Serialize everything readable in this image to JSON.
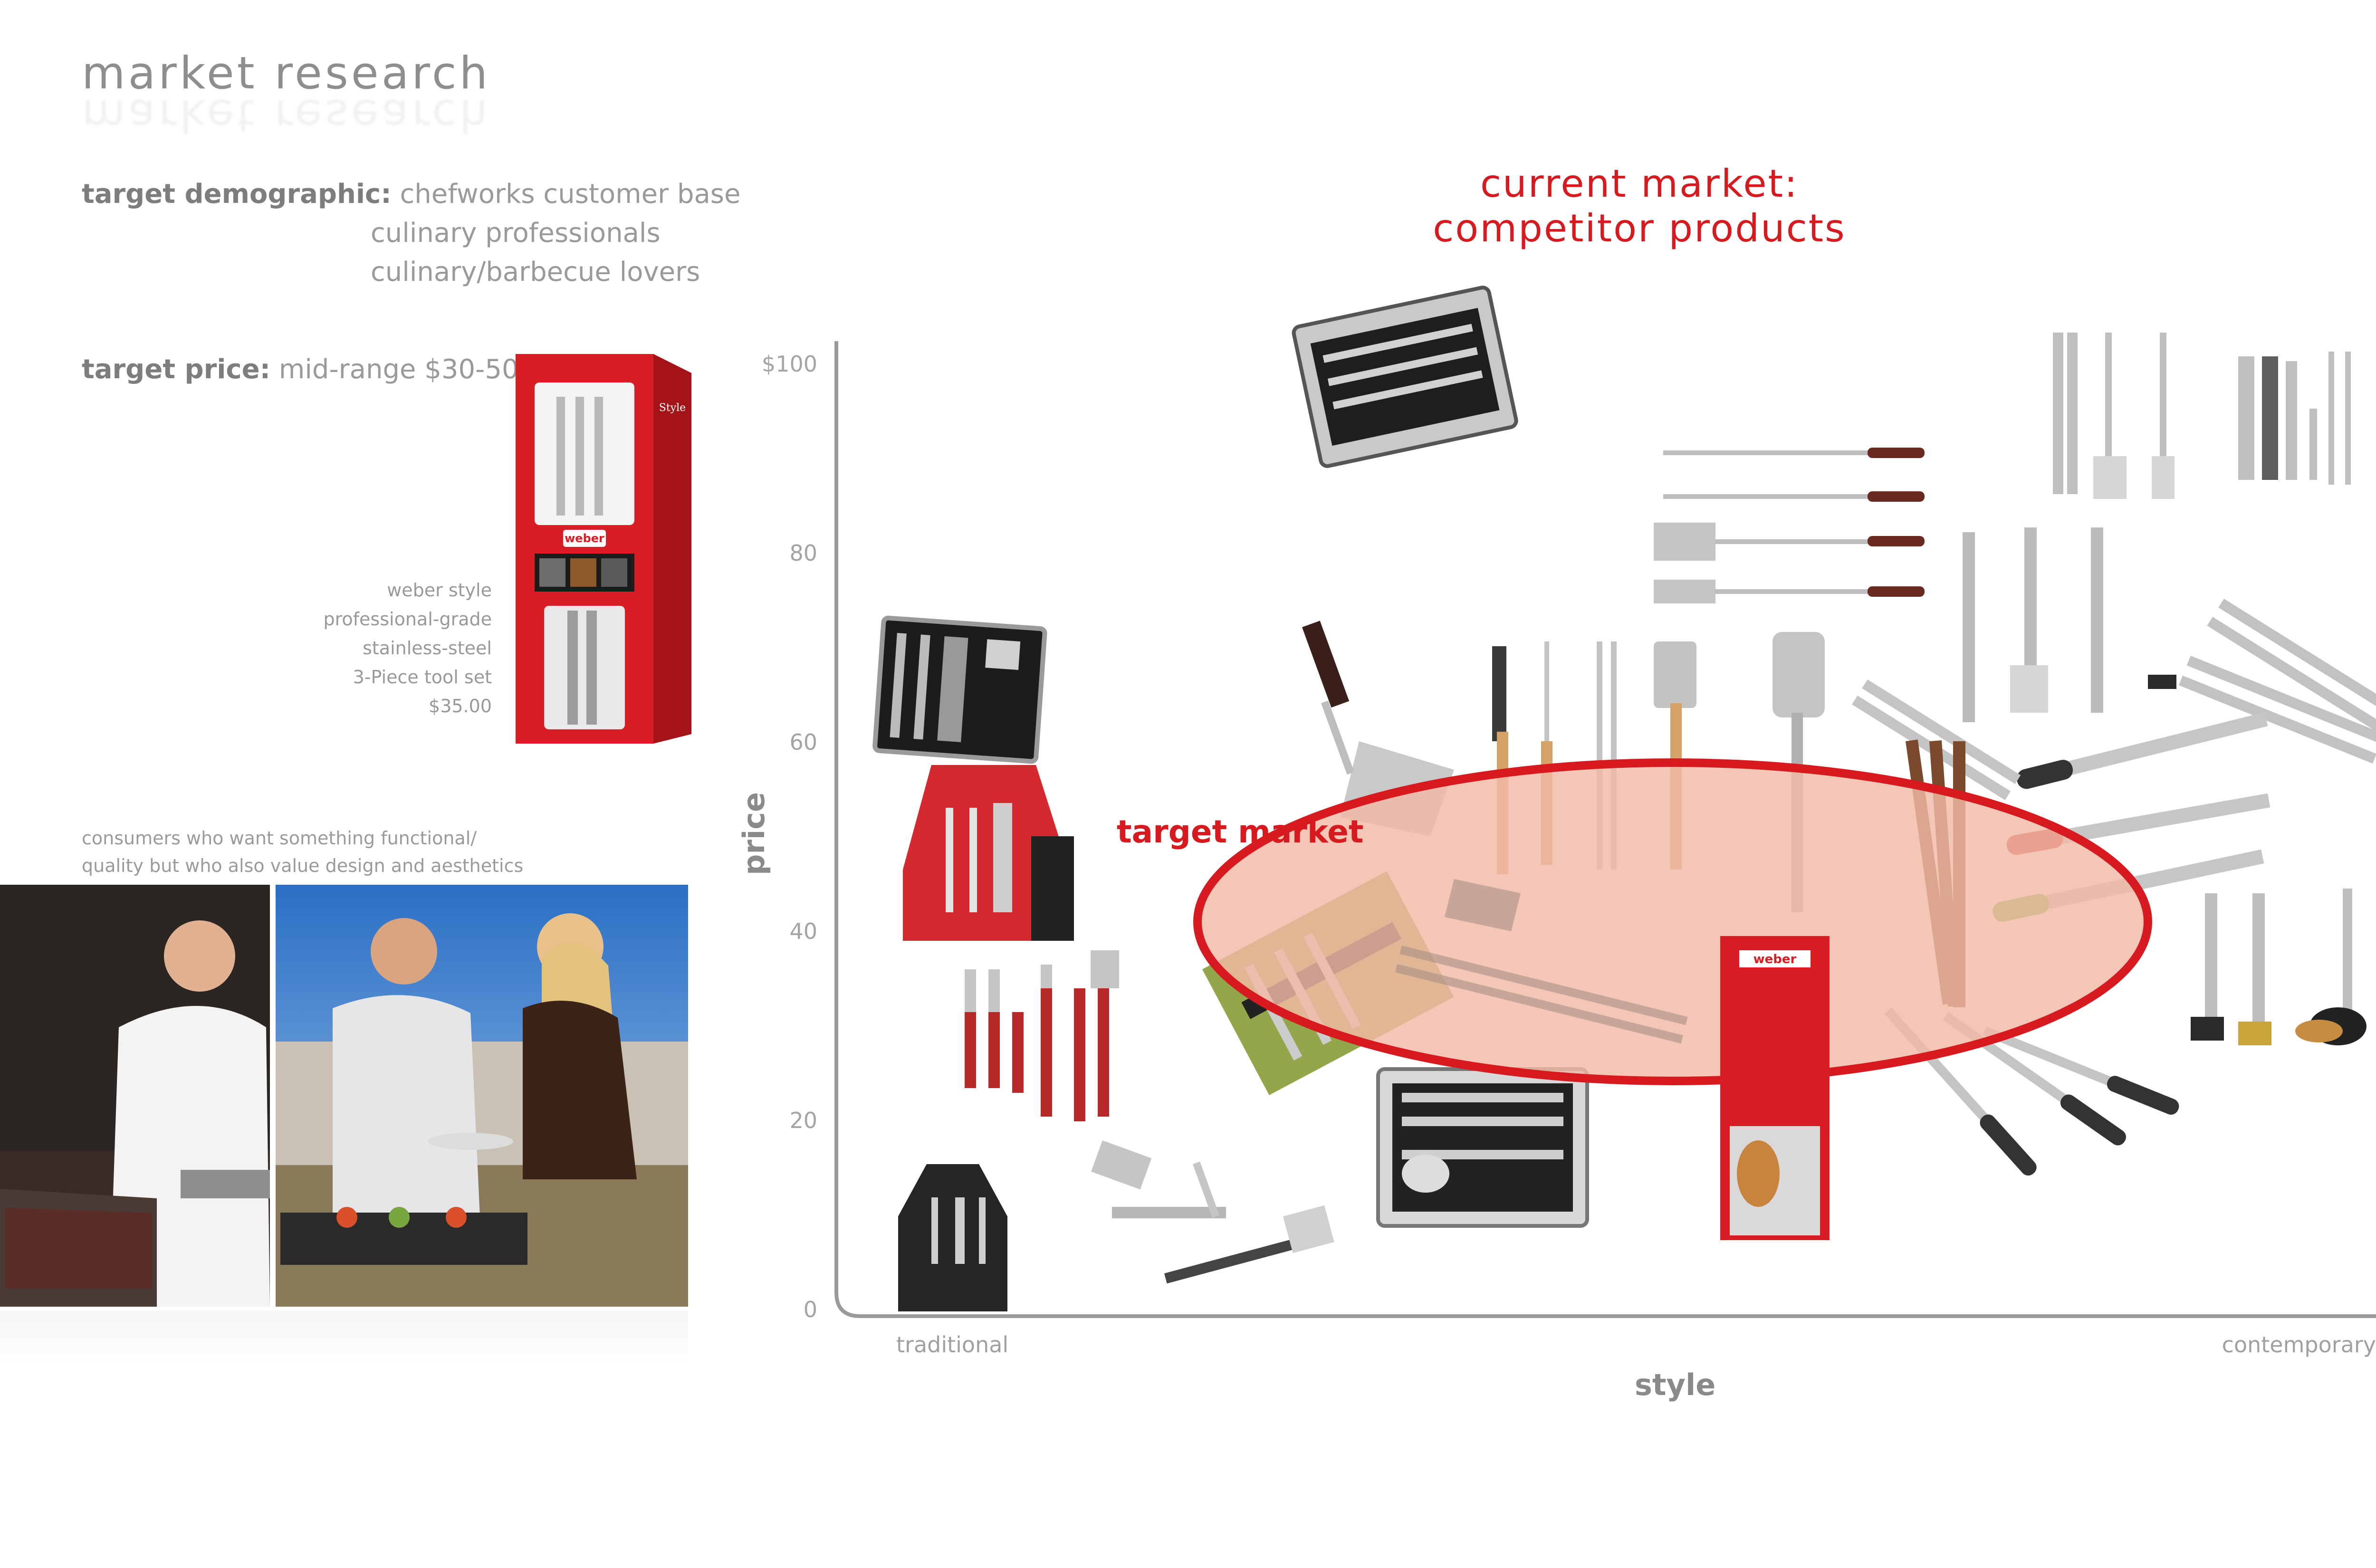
{
  "page": {
    "title": "market research"
  },
  "demographic": {
    "label": "target demographic:",
    "lines": [
      "chefworks customer base",
      "culinary professionals",
      "culinary/barbecue lovers"
    ]
  },
  "price": {
    "label": "target price:",
    "value": "mid-range $30-50"
  },
  "weber": {
    "lines": [
      "weber style",
      "professional-grade",
      "stainless-steel",
      "3-Piece tool set",
      "$35.00"
    ],
    "box_brand": "weber",
    "box_sub": "Style"
  },
  "consumers": {
    "lines": [
      "consumers who want something functional/",
      "quality but who also value design and aesthetics"
    ]
  },
  "market": {
    "title_lines": [
      "current market:",
      "competitor products"
    ],
    "target_label": "target market"
  },
  "chart_data": {
    "type": "scatter",
    "ylabel": "price",
    "xlabel": "style",
    "x_ends": [
      "traditional",
      "contemporary"
    ],
    "y_ticks": [
      "$100",
      "80",
      "60",
      "40",
      "20",
      "0"
    ],
    "ylim": [
      0,
      100
    ],
    "grid": false,
    "target_region": {
      "label": "target market",
      "price_range": [
        28,
        58
      ]
    }
  },
  "colors": {
    "accent_red": "#d61a1f",
    "ellipse_fill": "#f2b9a6",
    "axis": "#9a9a9a"
  }
}
